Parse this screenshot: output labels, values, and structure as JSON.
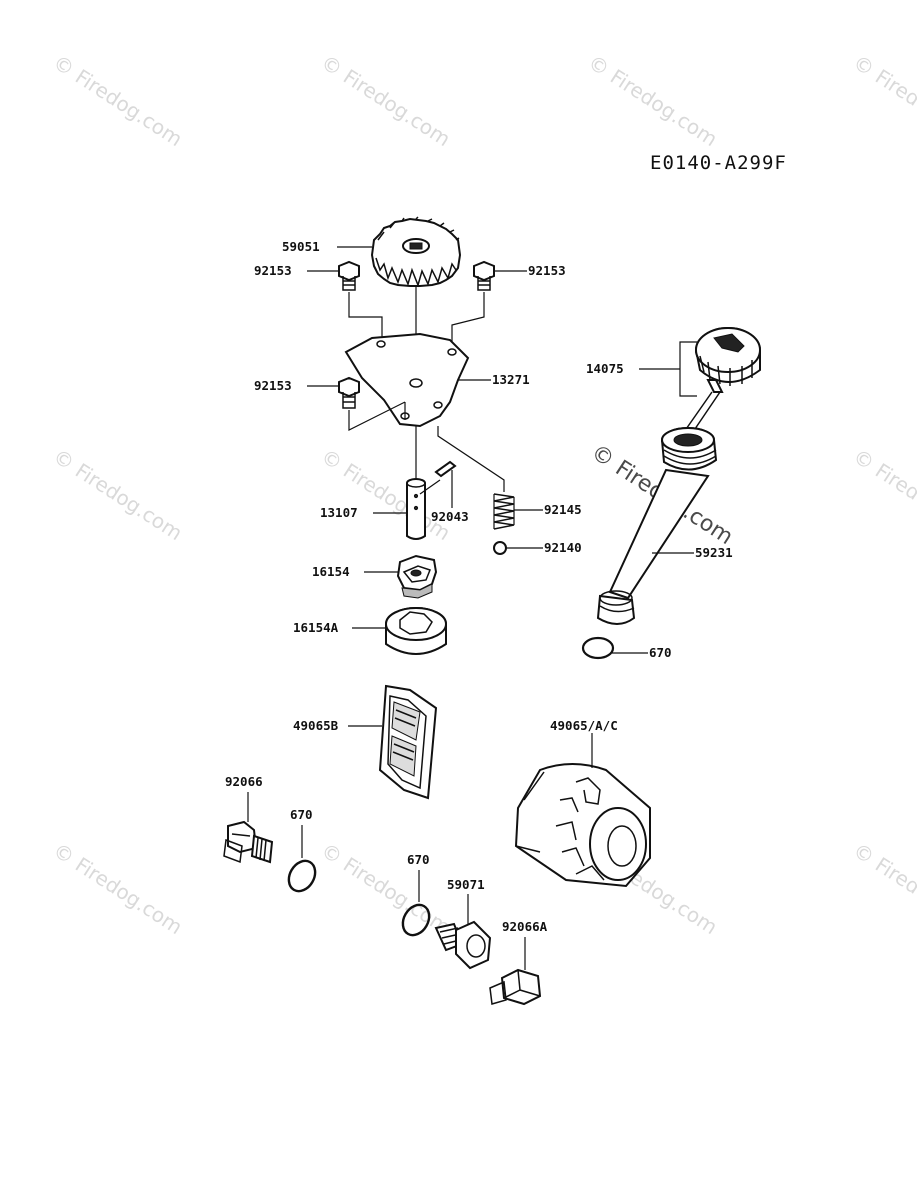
{
  "diagram": {
    "code": "E0140-A299F",
    "watermark": "© Firedog.com",
    "parts": {
      "p59051": "59051",
      "p92153_left_top": "92153",
      "p92153_right_top": "92153",
      "p92153_left_mid": "92153",
      "p13271": "13271",
      "p14075": "14075",
      "p13107": "13107",
      "p92043": "92043",
      "p92145": "92145",
      "p92140": "92140",
      "p59231": "59231",
      "p16154": "16154",
      "p16154A": "16154A",
      "p670_right": "670",
      "p49065B": "49065B",
      "p49065AC": "49065/A/C",
      "p92066": "92066",
      "p670_left": "670",
      "p670_mid": "670",
      "p59071": "59071",
      "p92066A": "92066A"
    }
  }
}
